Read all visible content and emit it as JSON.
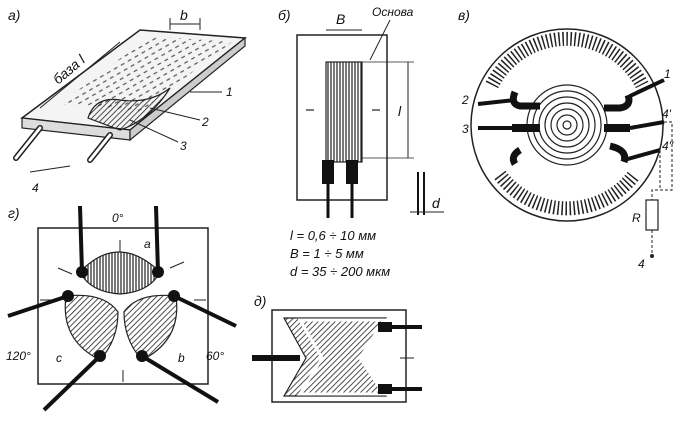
{
  "panels": {
    "a": {
      "label": "а)",
      "dim_b": "b",
      "base": "база l",
      "callouts": [
        "1",
        "2",
        "3",
        "4"
      ]
    },
    "b": {
      "label": "б)",
      "dim_B": "B",
      "base_word": "Основа",
      "dim_l": "l",
      "dim_d": "d",
      "specs": [
        "l = 0,6 ÷ 10 мм",
        "B = 1 ÷ 5 мм",
        "d = 35 ÷ 200 мкм"
      ]
    },
    "v": {
      "label": "в)",
      "terminals": [
        "1",
        "2",
        "3",
        "4'",
        "4''"
      ],
      "resistor": "R",
      "bottom": "4"
    },
    "g": {
      "label": "г)",
      "angles": [
        "0°",
        "120°",
        "60°"
      ],
      "sections": [
        "a",
        "c",
        "b"
      ]
    },
    "d": {
      "label": "д)"
    }
  }
}
